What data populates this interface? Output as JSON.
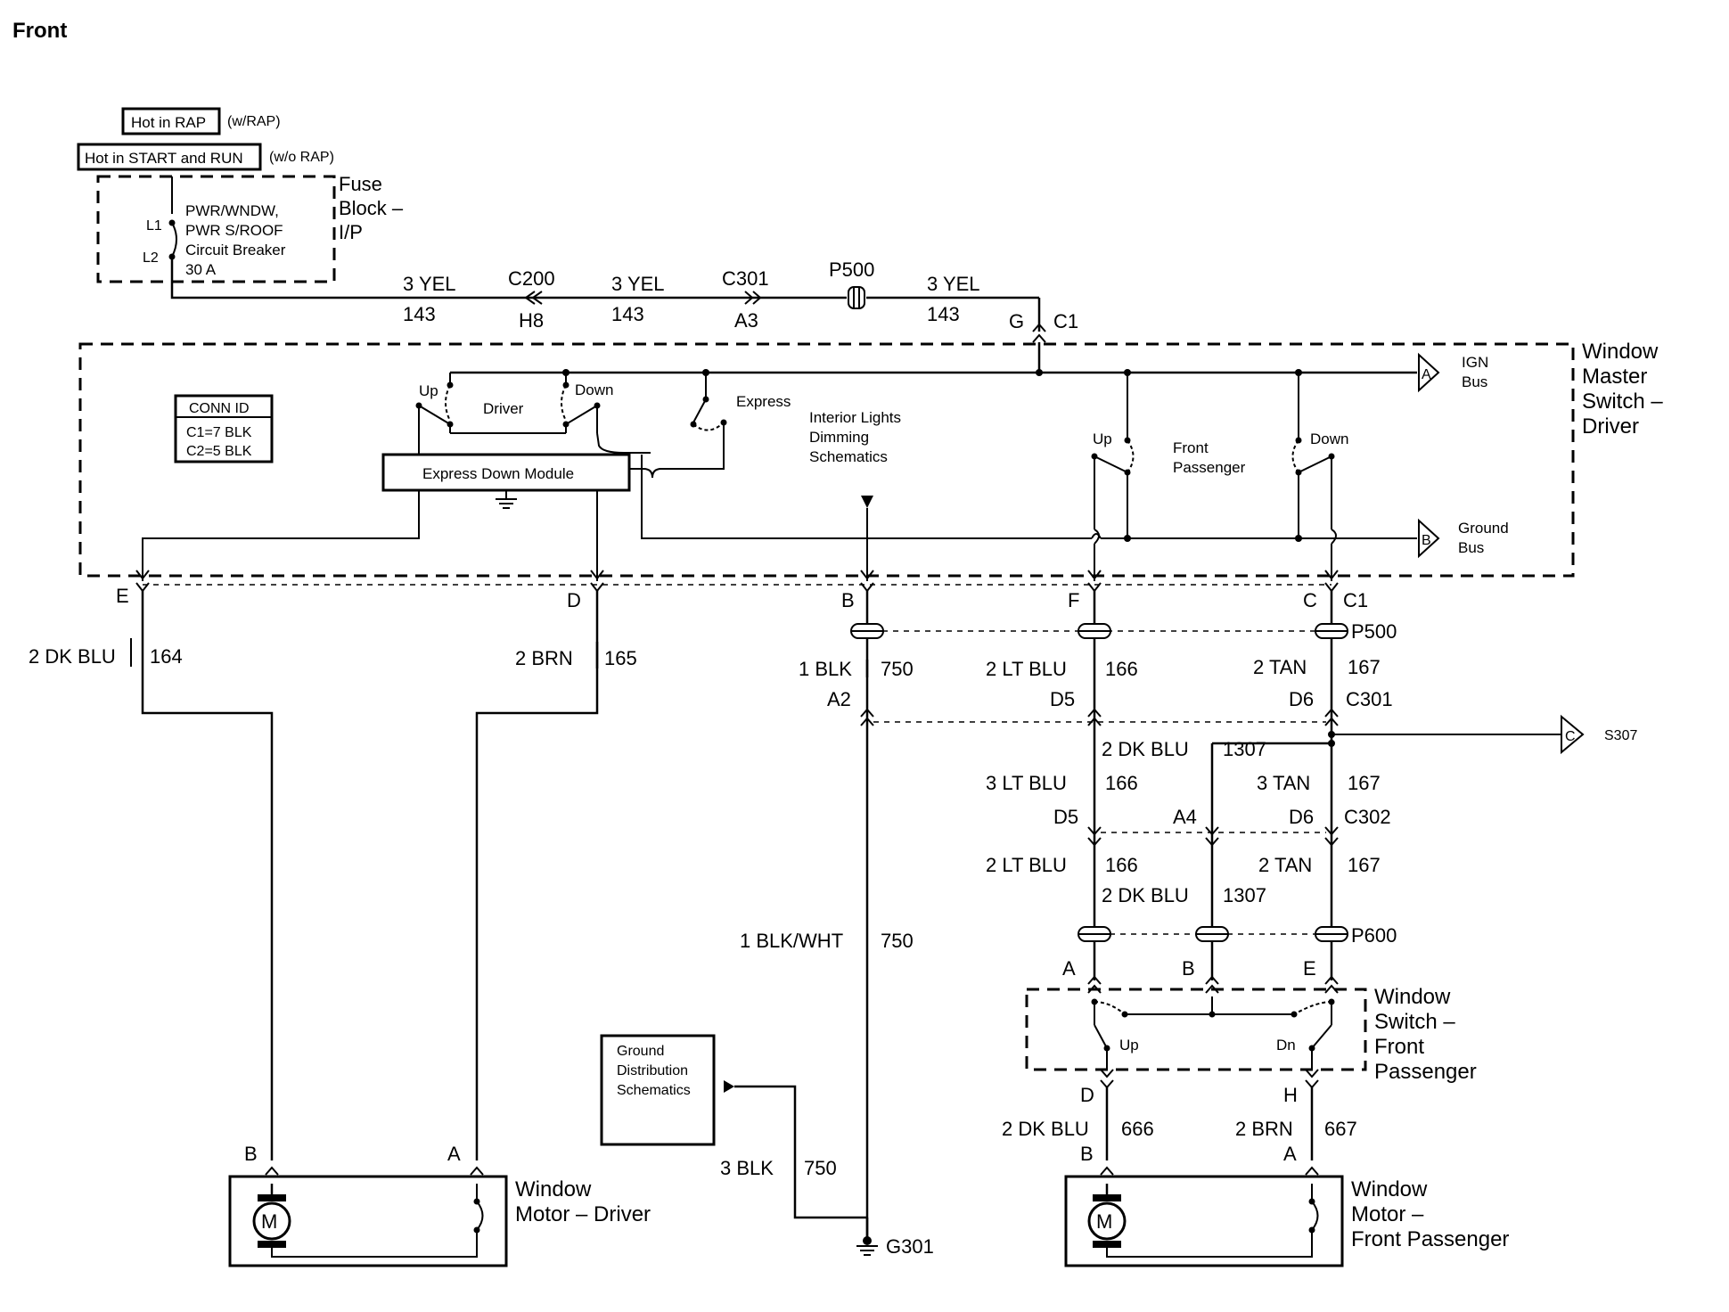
{
  "page": {
    "title": "Front"
  },
  "power": {
    "hot_rap": "Hot in RAP",
    "with_rap": "(w/RAP)",
    "hot_start_run": "Hot in START and RUN",
    "without_rap": "(w/o RAP)",
    "fuse_block": [
      "Fuse",
      "Block –",
      "I/P"
    ],
    "l1": "L1",
    "l2": "L2",
    "breaker": [
      "PWR/WNDW,",
      "PWR S/ROOF",
      "Circuit Breaker",
      "30 A"
    ]
  },
  "feed": {
    "seg1_color": "3 YEL",
    "seg1_circuit": "143",
    "c200": "C200",
    "h8": "H8",
    "seg2_color": "3 YEL",
    "seg2_circuit": "143",
    "c301": "C301",
    "a3": "A3",
    "p500": "P500",
    "seg3_color": "3 YEL",
    "seg3_circuit": "143",
    "pin_g": "G",
    "c1": "C1"
  },
  "master_switch": {
    "title": [
      "Window",
      "Master",
      "Switch –",
      "Driver"
    ],
    "conn_id_title": "CONN ID",
    "conn_c1": "C1=7 BLK",
    "conn_c2": "C2=5 BLK",
    "up": "Up",
    "driver": "Driver",
    "down": "Down",
    "express": "Express",
    "express_module": "Express Down Module",
    "interior_lights": [
      "Interior Lights",
      "Dimming",
      "Schematics"
    ],
    "fp_up": "Up",
    "front_passenger": [
      "Front",
      "Passenger"
    ],
    "fp_down": "Down",
    "ign_bus_letter": "A",
    "ign_bus": [
      "IGN",
      "Bus"
    ],
    "ground_bus_letter": "B",
    "ground_bus": [
      "Ground",
      "Bus"
    ]
  },
  "pins": {
    "e": "E",
    "d": "D",
    "b": "B",
    "f": "F",
    "c": "C",
    "c1": "C1"
  },
  "driver_wires": {
    "blu_color": "2 DK BLU",
    "blu_circuit": "164",
    "brn_color": "2 BRN",
    "brn_circuit": "165"
  },
  "center_wires": {
    "p500": "P500",
    "blk_color": "1 BLK",
    "blk_circuit": "750",
    "ltblu_color": "2 LT BLU",
    "ltblu_circuit": "166",
    "tan_color": "2 TAN",
    "tan_circuit": "167",
    "a2": "A2",
    "d5": "D5",
    "d6": "D6",
    "c301": "C301",
    "dkblu_color": "2 DK BLU",
    "dkblu_circuit": "1307",
    "s307_letter": "C",
    "s307": "S307",
    "ltblu3_color": "3 LT BLU",
    "ltblu3_circuit": "166",
    "tan3_color": "3 TAN",
    "tan3_circuit": "167",
    "d5b": "D5",
    "a4": "A4",
    "d6b": "D6",
    "c302": "C302",
    "ltblu2_color": "2 LT BLU",
    "ltblu2_circuit": "166",
    "tan2_color": "2 TAN",
    "tan2_circuit": "167",
    "dkblu2_color": "2 DK BLU",
    "dkblu2_circuit": "1307",
    "p600": "P600",
    "blkwht_color": "1 BLK/WHT",
    "blkwht_circuit": "750"
  },
  "fp_switch": {
    "pin_a": "A",
    "pin_b": "B",
    "pin_e": "E",
    "up": "Up",
    "dn": "Dn",
    "title": [
      "Window",
      "Switch –",
      "Front",
      "Passenger"
    ],
    "pin_d": "D",
    "pin_h": "H",
    "dkblu_color": "2 DK BLU",
    "dkblu_circuit": "666",
    "brn_color": "2 BRN",
    "brn_circuit": "667"
  },
  "ground": {
    "box": [
      "Ground",
      "Distribution",
      "Schematics"
    ],
    "blk_color": "3 BLK",
    "blk_circuit": "750",
    "g301": "G301"
  },
  "motors": {
    "driver_pin_b": "B",
    "driver_pin_a": "A",
    "driver_title": [
      "Window",
      "Motor – Driver"
    ],
    "m": "M",
    "fp_pin_b": "B",
    "fp_pin_a": "A",
    "fp_title": [
      "Window",
      "Motor –",
      "Front Passenger"
    ],
    "m2": "M"
  }
}
